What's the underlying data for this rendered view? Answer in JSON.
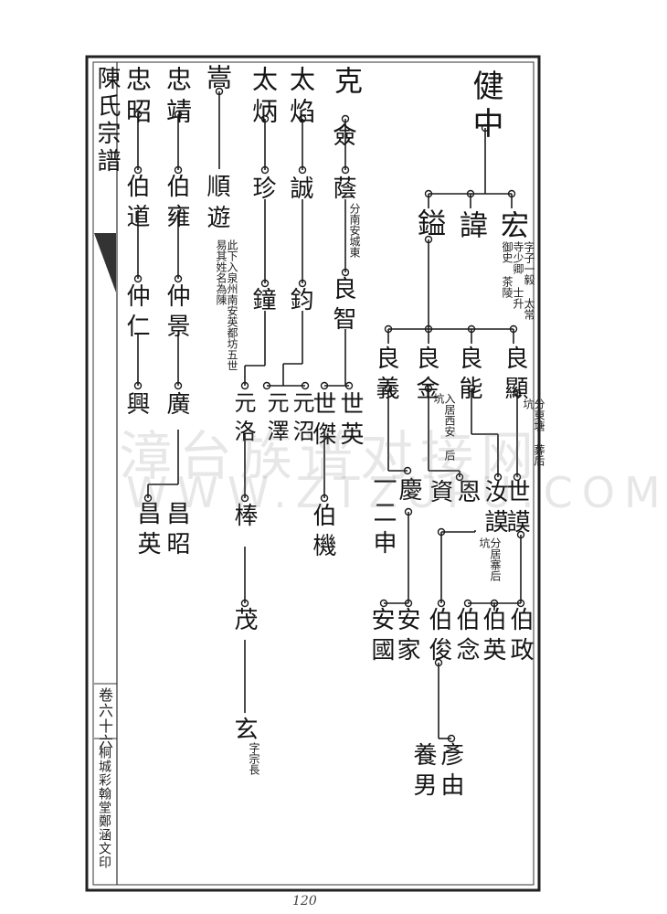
{
  "margin": {
    "book_title": "陳氏宗譜",
    "section": "卷六十六",
    "printer": "桐城彩翰堂鄭涵文印"
  },
  "page_number": "120",
  "watermark": {
    "cn": "漳台族谱对接网",
    "en": "WWW.ZTZUPU.COM"
  },
  "colors": {
    "ink": "#1a1a1a",
    "paper": "#ffffff"
  },
  "tree": {
    "root": "健中",
    "gen2": [
      "宏",
      "諱",
      "鎰"
    ],
    "note_hong": "字子一毅 太常寺少卿 士升 御史 茶陵",
    "gen3": [
      "良顯",
      "良能",
      "良金",
      "良義"
    ],
    "note_liangxian": "分東塘 葬后坑",
    "note_liangjin": "入居西安 后坑",
    "gen4": [
      "世謨",
      "汝",
      "恩",
      "資",
      "一二申"
    ],
    "gen4b": [
      "汝謨",
      "慶"
    ],
    "note_ruomo": "分居寨后坑",
    "gen5": [
      "伯政",
      "伯英",
      "伯念",
      "伯俊",
      "安家",
      "安國"
    ],
    "gen6": [
      "彥由",
      "養男"
    ]
  },
  "left_tree": {
    "kexian": [
      "克",
      "僉",
      "蔭",
      "良智",
      "世英",
      "世傑",
      "伯機"
    ],
    "note_yin": "分南安城東",
    "taiming": [
      "太焰",
      "誠",
      "鈞",
      "元沼",
      "元澤"
    ],
    "taiming2": [
      "太炳",
      "珍",
      "鐘",
      "元洛",
      "棒",
      "茂",
      "玄"
    ],
    "note_xuan": "字宗長",
    "gao": [
      "嵩",
      "順",
      "遊"
    ],
    "note_gao": "此下入泉州南安英都坊五世易其姓名為陳",
    "zhongjing": [
      "忠靖",
      "伯雍",
      "仲景",
      "廣",
      "昌昭",
      "昌英"
    ],
    "zhongzhao": [
      "忠昭",
      "伯道",
      "仲仁",
      "興"
    ]
  }
}
